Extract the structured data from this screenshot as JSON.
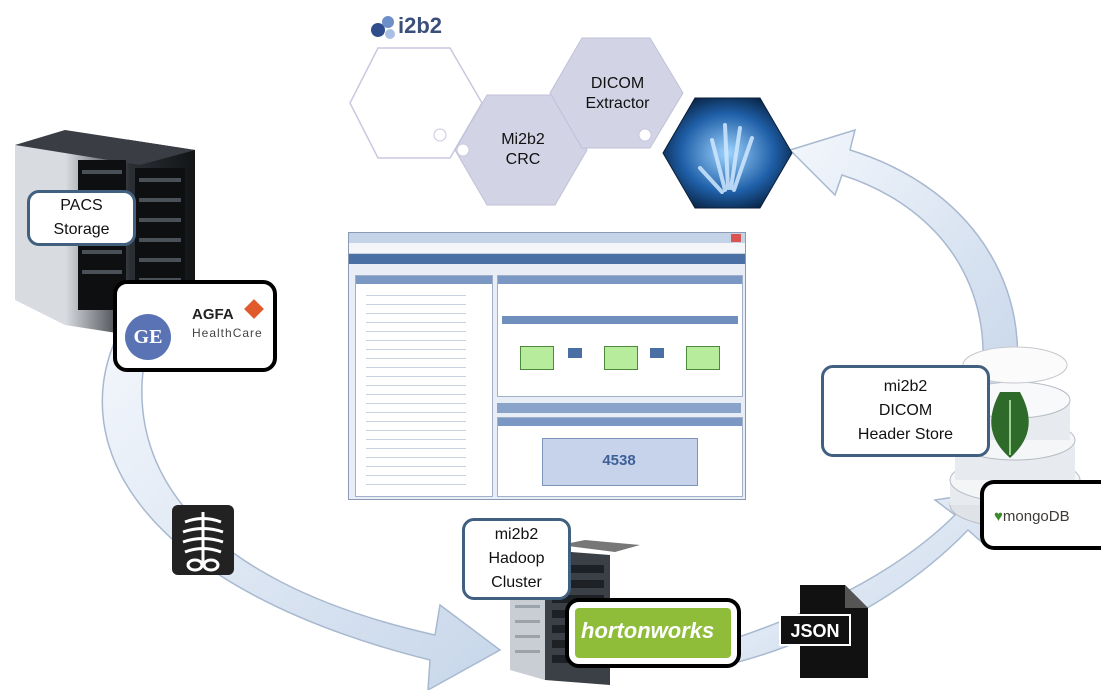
{
  "logo_i2b2": "i2b2",
  "hex_labels": {
    "crc": [
      "Mi2b2",
      "CRC"
    ],
    "dicom_extractor": [
      "DICOM",
      "Extractor"
    ]
  },
  "boxes": {
    "pacs": [
      "PACS",
      "Storage"
    ],
    "hadoop": [
      "mi2b2",
      "Hadoop",
      "Cluster"
    ],
    "header_store": [
      "mi2b2",
      "DICOM",
      "Header Store"
    ]
  },
  "vendor_logos": {
    "agfa": "AGFA",
    "agfa_sub": "HealthCare",
    "ge": "GE",
    "hortonworks": "hortonworks",
    "mongodb": "mongoDB"
  },
  "json_icon_label": "JSON",
  "screenshot": {
    "result_number": "4538"
  },
  "colors": {
    "arrow_fill": "#dde7f3",
    "box_border": "#41607f",
    "hex_fill": "#d3d3e6"
  }
}
